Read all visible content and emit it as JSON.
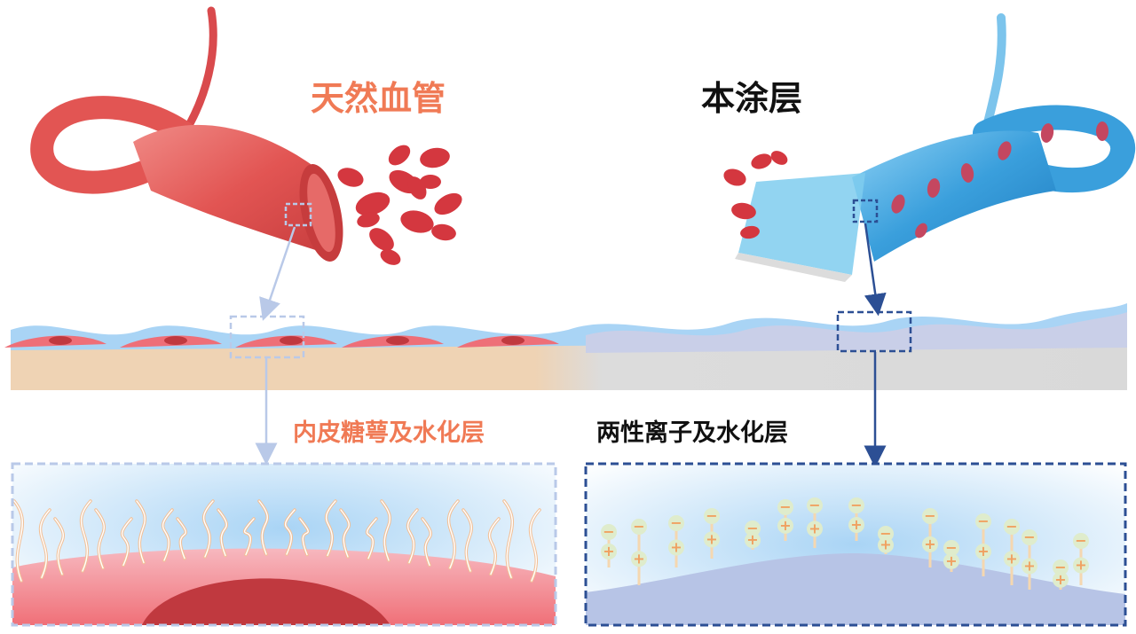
{
  "labels": {
    "natural_vessel": "天然血管",
    "coating": "本涂层",
    "endothelial_layer": "内皮糖萼及水化层",
    "zwitterion_layer": "两性离子及水化层"
  },
  "colors": {
    "natural_title": "#f07a55",
    "coating_title": "#111111",
    "vessel_red": "#e25553",
    "blood_cell": "#d4373f",
    "coating_blue": "#3a9fdc",
    "water_layer": "#a9d4f5",
    "tissue_beige": "#efd3b4",
    "tissue_gray": "#d9d9d9",
    "box_light": "#b9c9e8",
    "box_dark": "#2c4f94",
    "substrate_purple": "#b7c4e6",
    "ion_bead": "#dfeccc",
    "ion_sign": "#f0a060",
    "fiber": "#f2c097"
  },
  "icons": {
    "negative_charge": "−",
    "positive_charge": "+"
  }
}
